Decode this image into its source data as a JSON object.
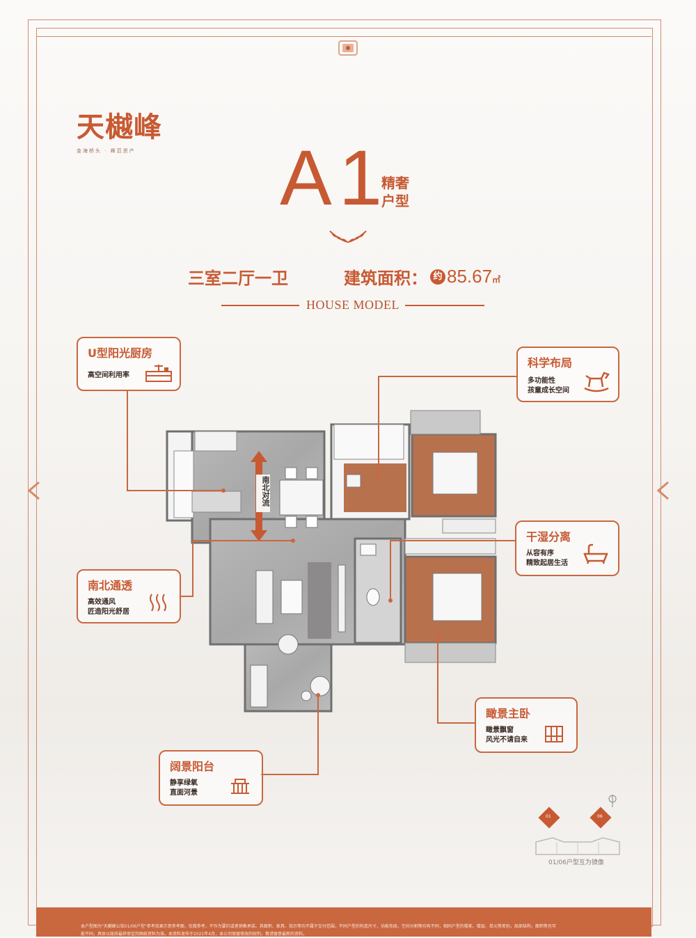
{
  "brand": {
    "name": "天樾峰",
    "tagline": "金海桥头 · 峰范资产"
  },
  "model": {
    "code": "A1",
    "grade_line1": "精奢",
    "grade_line2": "户型"
  },
  "specs": {
    "layout": "三室二厅一卫",
    "area_label": "建筑面积：",
    "area_prefix": "约",
    "area_value": "85.67",
    "area_unit": "㎡"
  },
  "section_label": "HOUSE MODEL",
  "plan": {
    "arrow_label": "南北对流"
  },
  "callouts": [
    {
      "id": "kitchen",
      "title": "U型阳光厨房",
      "lines": [
        "高空间利用率"
      ],
      "icon": "kitchen-icon"
    },
    {
      "id": "layout",
      "title": "科学布局",
      "lines": [
        "多功能性",
        "孩童成长空间"
      ],
      "icon": "rocking-horse-icon"
    },
    {
      "id": "ventilation",
      "title": "南北通透",
      "lines": [
        "高效通风",
        "匠造阳光舒居"
      ],
      "icon": "wind-icon"
    },
    {
      "id": "bath",
      "title": "干湿分离",
      "lines": [
        "从容有序",
        "精致起居生活"
      ],
      "icon": "bathtub-icon"
    },
    {
      "id": "master",
      "title": "瞰景主卧",
      "lines": [
        "瞰景飘窗",
        "风光不请自来"
      ],
      "icon": "window-icon"
    },
    {
      "id": "balcony",
      "title": "阔景阳台",
      "lines": [
        "静享绿氧",
        "直面河景"
      ],
      "icon": "balcony-icon"
    }
  ],
  "compass": {
    "note": "01/06户型互为镜像",
    "unit_labels": [
      "01",
      "06"
    ]
  },
  "footer": {
    "line1": "本户型图为\"天樾峰公馆01/06户型\"参考效果示意参考图，仅做参考，不作为要约或者销售承诺。其面积、家具、指示等均不属于交付范围，不同户型的构造尺寸，功能布局，空间分割等均有不同，相同户型的楼栋、楼层、单元等差别，局部结构，面积等也可",
    "line2": "能不同，具体以政府最终审定的图纸资料为准。本资料发布于2021年4月，本公司保留修改的权利，敬请留意最新的资料。"
  },
  "colors": {
    "accent": "#c75a33",
    "frame": "#d38a6c",
    "footer": "#c9673f"
  }
}
